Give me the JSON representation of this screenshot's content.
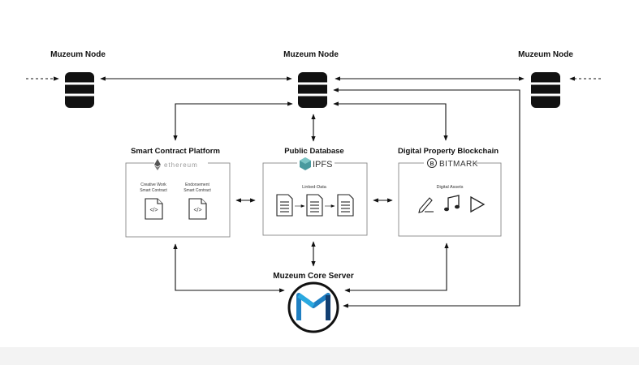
{
  "nodes": {
    "left_label": "Muzeum Node",
    "center_label": "Muzeum Node",
    "right_label": "Muzeum Node"
  },
  "smart_contract": {
    "title": "Smart Contract Platform",
    "brand": "ethereum",
    "contract1_line1": "Creative Work",
    "contract1_line2": "Smart Contract",
    "contract2_line1": "Endorsement",
    "contract2_line2": "Smart Contract",
    "code_symbol": "</>"
  },
  "public_db": {
    "title": "Public Database",
    "brand": "IPFS",
    "label": "Linked-Data"
  },
  "blockchain": {
    "title": "Digital Property Blockchain",
    "brand": "BITMARK",
    "brand_symbol": "B",
    "label": "Digital Assets"
  },
  "core": {
    "title": "Muzeum Core Server"
  },
  "colors": {
    "ipfs": "#4a9a9e",
    "muzeum_blue": "#1f7fc2",
    "muzeum_dark": "#123f72",
    "muzeum_light": "#2aa9e0"
  }
}
